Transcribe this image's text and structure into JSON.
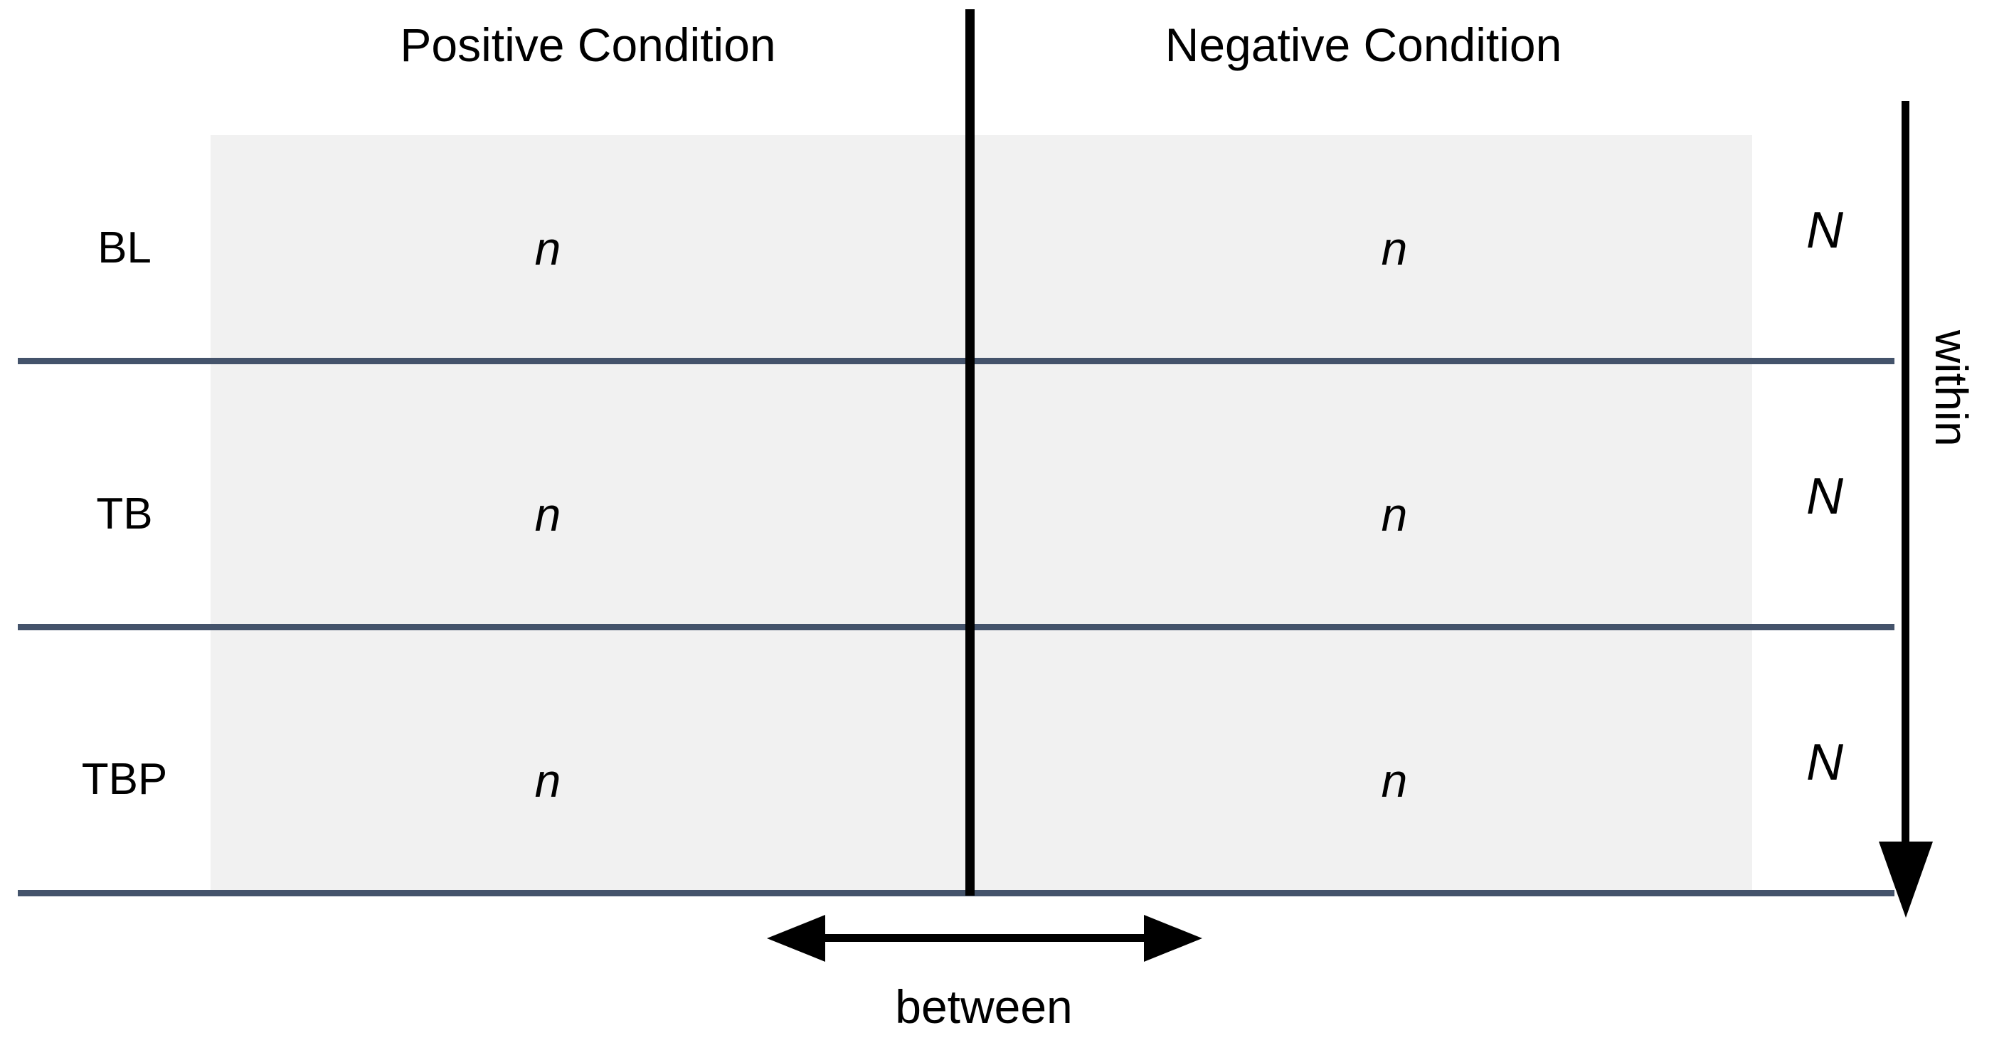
{
  "figure": {
    "type": "design-matrix-diagram",
    "background_color": "#FFFFFF",
    "band_color": "#F1F1F1",
    "rule_color": "#44536B",
    "divider_color": "#000000"
  },
  "columns": {
    "positive_label": "Positive Condition",
    "negative_label": "Negative Condition"
  },
  "rows": [
    {
      "label": "BL",
      "positive": "n",
      "negative": "n",
      "total": "N"
    },
    {
      "label": "TB",
      "positive": "n",
      "negative": "n",
      "total": "N"
    },
    {
      "label": "TBP",
      "positive": "n",
      "negative": "n",
      "total": "N"
    }
  ],
  "annotations": {
    "within_label": "within",
    "between_label": "between"
  },
  "chart_data": {
    "type": "table",
    "title": "",
    "categories": [
      "Positive Condition",
      "Negative Condition"
    ],
    "row_labels": [
      "BL",
      "TB",
      "TBP"
    ],
    "cells": [
      [
        "n",
        "n"
      ],
      [
        "n",
        "n"
      ],
      [
        "n",
        "n"
      ]
    ],
    "row_totals": [
      "N",
      "N",
      "N"
    ],
    "factor_labels": {
      "within_subjects": "within",
      "between_subjects": "between"
    },
    "xlabel": "",
    "ylabel": "",
    "grid": false,
    "legend": "none"
  }
}
